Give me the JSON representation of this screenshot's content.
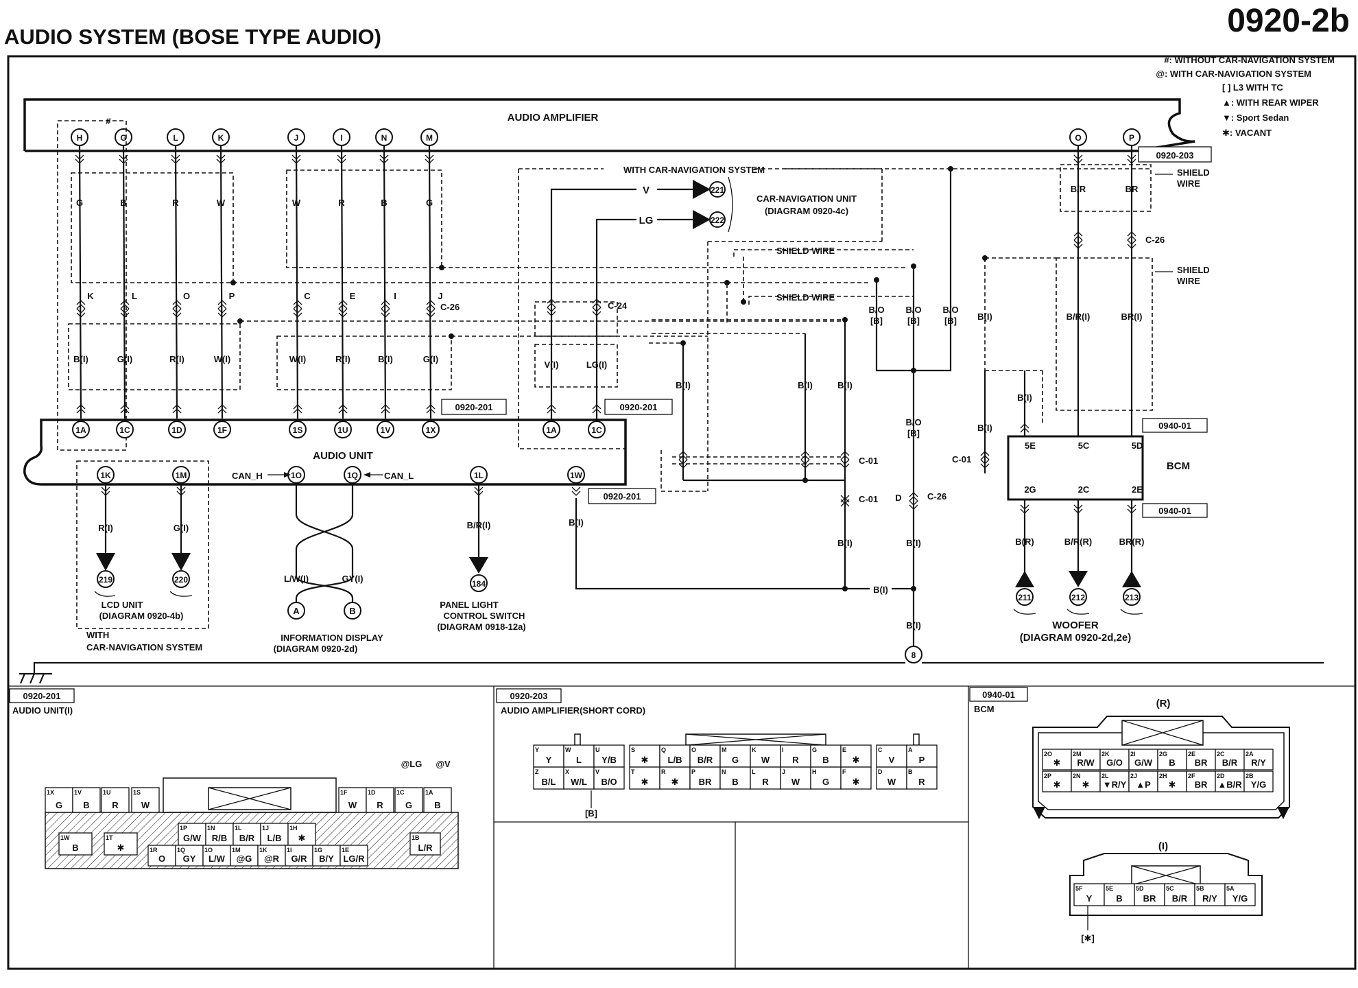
{
  "header": {
    "title": "AUDIO SYSTEM (BOSE TYPE AUDIO)",
    "page": "0920-2b"
  },
  "legend": [
    "#: WITHOUT CAR-NAVIGATION SYSTEM",
    "@: WITH CAR-NAVIGATION SYSTEM",
    "[ ] L3 WITH TC",
    "▲: WITH REAR WIPER",
    "▼: Sport Sedan",
    "✱: VACANT"
  ],
  "amp": {
    "label": "AUDIO AMPLIFIER",
    "conn": "0920-203",
    "pins": [
      "H",
      "G",
      "L",
      "K",
      "J",
      "I",
      "N",
      "M",
      "O",
      "P"
    ],
    "hash": "#",
    "wires_top": [
      "G",
      "B",
      "R",
      "W",
      "W",
      "R",
      "B",
      "G",
      "B/R",
      "BR"
    ],
    "c26_letters": [
      "K",
      "L",
      "O",
      "P",
      "C",
      "E",
      "I",
      "J"
    ],
    "c26": "C-26"
  },
  "unit": {
    "label": "AUDIO UNIT",
    "conn": "0920-201",
    "pins_top": [
      "1A",
      "1C",
      "1D",
      "1F",
      "1S",
      "1U",
      "1V",
      "1X"
    ],
    "wires_mid": [
      "B(I)",
      "G(I)",
      "R(I)",
      "W(I)",
      "W(I)",
      "R(I)",
      "B(I)",
      "G(I)"
    ],
    "pins_nav": [
      "1A",
      "1C"
    ],
    "pins_bottom": [
      "1K",
      "1M",
      "1O",
      "1Q",
      "1L",
      "1W"
    ],
    "can_h": "CAN_H",
    "can_l": "CAN_L"
  },
  "nav": {
    "title": "WITH CAR-NAVIGATION SYSTEM",
    "wire_v": "V",
    "wire_lg": "LG",
    "pin_a": "221",
    "pin_b": "222",
    "unit_line1": "CAR-NAVIGATION UNIT",
    "unit_line2": "(DIAGRAM 0920-4c)",
    "c24": "C-24",
    "v_i": "V(I)",
    "lg_i": "LG(I)"
  },
  "shield": {
    "label1": "SHIELD WIRE",
    "label2": "SHIELD WIRE",
    "right1a": "SHIELD",
    "right1b": "WIRE",
    "right2a": "SHIELD",
    "right2b": "WIRE"
  },
  "mid": {
    "bo": "B/O",
    "b_bracket": "[B]",
    "bi": "B(I)",
    "c01": "C-01",
    "d": "D",
    "c26": "C-26",
    "ground": "8"
  },
  "bcm": {
    "label": "BCM",
    "conn": "0940-01",
    "pins_top": [
      "5E",
      "5C",
      "5D"
    ],
    "pins_bottom": [
      "2G",
      "2C",
      "2E"
    ],
    "wires_upper": [
      "B/R(I)",
      "BR(I)"
    ],
    "wires_lower": [
      "B(R)",
      "B/R(R)",
      "BR(R)"
    ],
    "woofer_pins": [
      "211",
      "212",
      "213"
    ],
    "woofer_line1": "WOOFER",
    "woofer_line2": "(DIAGRAM 0920-2d,2e)"
  },
  "bottom_left": {
    "wire_1k": "R(I)",
    "wire_1m": "G(I)",
    "pin_1k": "219",
    "pin_1m": "220",
    "lcd_line1": "LCD UNIT",
    "lcd_line2": "(DIAGRAM 0920-4b)",
    "with1": "WITH",
    "with2": "CAR-NAVIGATION SYSTEM",
    "lw": "L/W(I)",
    "gy": "GY(I)",
    "a": "A",
    "b": "B",
    "info1": "INFORMATION DISPLAY",
    "info2": "(DIAGRAM 0920-2d)",
    "br": "B/R(I)",
    "pin_184": "184",
    "panel1": "PANEL LIGHT",
    "panel2": "CONTROL SWITCH",
    "panel3": "(DIAGRAM 0918-12a)",
    "w_bi": "B(I)"
  },
  "views": {
    "v1": {
      "code": "0920-201",
      "title": "AUDIO UNIT(I)",
      "nav_a": "@LG",
      "nav_b": "@V",
      "top_pins": [
        "1X",
        "1V",
        "1U",
        "1S",
        "1F",
        "1D",
        "1C",
        "1A"
      ],
      "top_vals": [
        "G",
        "B",
        "R",
        "W",
        "W",
        "R",
        "G",
        "B"
      ],
      "row1_pins": [
        "1P",
        "1N",
        "1L",
        "1J",
        "1H"
      ],
      "row1_vals": [
        "G/W",
        "R/B",
        "B/R",
        "L/B",
        "✱"
      ],
      "left_pins": [
        "1W",
        "1T"
      ],
      "left_vals": [
        "B",
        "✱"
      ],
      "row2_pins": [
        "1R",
        "1Q",
        "1O",
        "1M",
        "1K",
        "1I",
        "1G",
        "1E"
      ],
      "row2_vals": [
        "O",
        "GY",
        "L/W",
        "@G",
        "@R",
        "G/R",
        "B/Y",
        "LG/R"
      ],
      "right_pin": "1B",
      "right_val": "L/R"
    },
    "v2": {
      "code": "0920-203",
      "title": "AUDIO AMPLIFIER(SHORT CORD)",
      "top_pins": [
        "Y",
        "W",
        "U",
        "S",
        "Q",
        "O",
        "M",
        "K",
        "I",
        "G",
        "E",
        "C",
        "A"
      ],
      "top_vals": [
        "Y",
        "L",
        "Y/B",
        "✱",
        "L/B",
        "B/R",
        "G",
        "W",
        "R",
        "B",
        "✱",
        "V",
        "P"
      ],
      "bot_pins": [
        "Z",
        "X",
        "V",
        "T",
        "R",
        "P",
        "N",
        "L",
        "J",
        "H",
        "F",
        "D",
        "B"
      ],
      "bot_vals": [
        "B/L",
        "W/L",
        "B/O",
        "✱",
        "✱",
        "BR",
        "B",
        "R",
        "W",
        "G",
        "✱",
        "W",
        "R"
      ],
      "bracket": "[B]"
    },
    "v3": {
      "code": "0940-01",
      "title": "BCM",
      "r_label": "(R)",
      "r_top_pins": [
        "2O",
        "2M",
        "2K",
        "2I",
        "2G",
        "2E",
        "2C",
        "2A"
      ],
      "r_top_vals": [
        "✱",
        "R/W",
        "G/O",
        "G/W",
        "B",
        "BR",
        "B/R",
        "R/Y"
      ],
      "r_bot_pins": [
        "2P",
        "2N",
        "2L",
        "2J",
        "2H",
        "2F",
        "2D",
        "2B"
      ],
      "r_bot_vals": [
        "✱",
        "✱",
        "▼R/Y",
        "▲P",
        "✱",
        "BR",
        "▲B/R",
        "Y/G"
      ],
      "i_label": "(I)",
      "i_pins": [
        "5F",
        "5E",
        "5D",
        "5C",
        "5B",
        "5A"
      ],
      "i_vals": [
        "Y",
        "B",
        "BR",
        "B/R",
        "R/Y",
        "Y/G"
      ],
      "i_bracket": "[✱]"
    }
  }
}
